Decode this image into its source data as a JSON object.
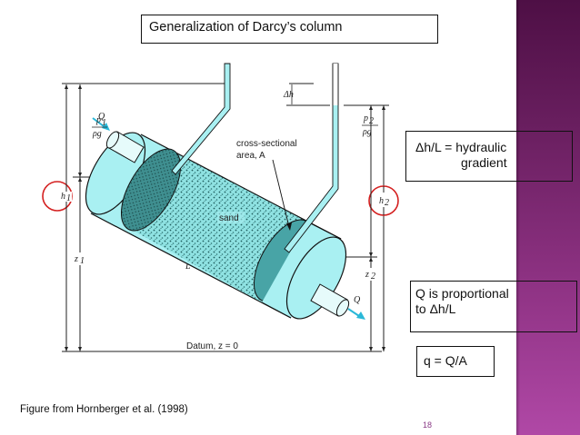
{
  "slide": {
    "title": "Generalization of Darcy’s column",
    "caption": "Figure from Hornberger et al. (1998)",
    "page_number": "18",
    "accent_color": "#8e3283"
  },
  "callouts": {
    "hydraulic_gradient": {
      "line1": "Δh/L = hydraulic",
      "line2": "gradient"
    },
    "proportional": {
      "line1": "Q is proportional",
      "line2": "to Δh/L"
    },
    "specific_discharge": {
      "text": "q = Q/A"
    }
  },
  "diagram": {
    "labels": {
      "flow_in": "Q",
      "flow_out": "Q",
      "p1_num": "p",
      "p1_sub": "1",
      "p1_den": "ρg",
      "p2_num": "p",
      "p2_sub": "2",
      "p2_den": "ρg",
      "delta_h": "Δh",
      "h1": "h",
      "h1_sub": "1",
      "h2": "h",
      "h2_sub": "2",
      "z1": "z",
      "z1_sub": "1",
      "z2": "z",
      "z2_sub": "2",
      "length": "L",
      "cross_section_1": "cross-sectional",
      "cross_section_2": "area, A",
      "medium": "sand",
      "datum": "Datum, z = 0"
    },
    "colors": {
      "water": "#a9f0f2",
      "sand": "#7fd8d8",
      "face": "#3c9ea0",
      "highlight_circle": "#d42020",
      "flow_arrow": "#2ab8d8"
    }
  }
}
